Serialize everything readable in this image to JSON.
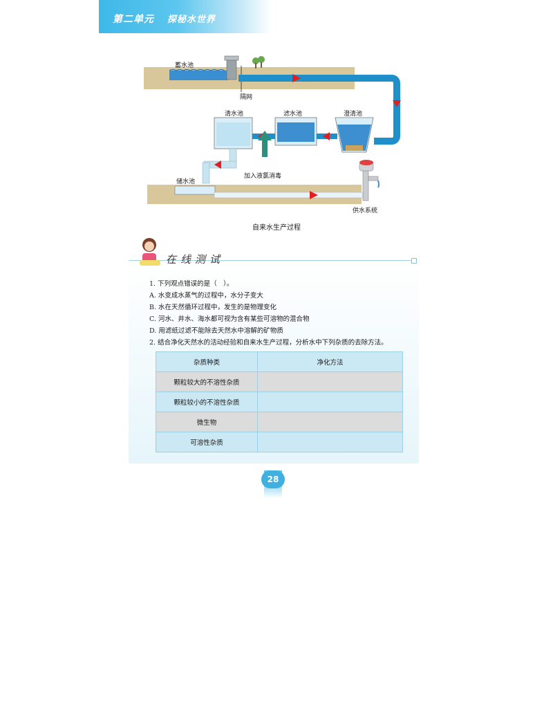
{
  "header": {
    "unit": "第二单元",
    "topic": "探秘水世界"
  },
  "diagram": {
    "labels": {
      "reservoir": "蓄水池",
      "screen": "隔网",
      "clear_pool": "清水池",
      "filter_pool": "滤水池",
      "settling_pool": "澄清池",
      "chlorine": "加入液氯消毒",
      "storage_pool": "储水池",
      "supply": "供水系统"
    },
    "caption": "自来水生产过程"
  },
  "section": {
    "title": "在线测试"
  },
  "questions": {
    "q1": "1. 下列观点错误的是（　）。",
    "a": "A. 水变成水蒸气的过程中，水分子变大",
    "b": "B. 水在天然循环过程中，发生的是物理变化",
    "c": "C. 河水、井水、海水都可视为含有某些可溶物的混合物",
    "d": "D. 用滤纸过滤不能除去天然水中溶解的矿物质",
    "q2": "2. 结合净化天然水的活动经验和自来水生产过程，分析水中下列杂质的去除方法。"
  },
  "table": {
    "headers": [
      "杂质种类",
      "净化方法"
    ],
    "rows": [
      {
        "type": "颗粒较大的不溶性杂质",
        "method": ""
      },
      {
        "type": "颗粒较小的不溶性杂质",
        "method": ""
      },
      {
        "type": "微生物",
        "method": ""
      },
      {
        "type": "可溶性杂质",
        "method": ""
      }
    ]
  },
  "page": {
    "number": "28"
  }
}
